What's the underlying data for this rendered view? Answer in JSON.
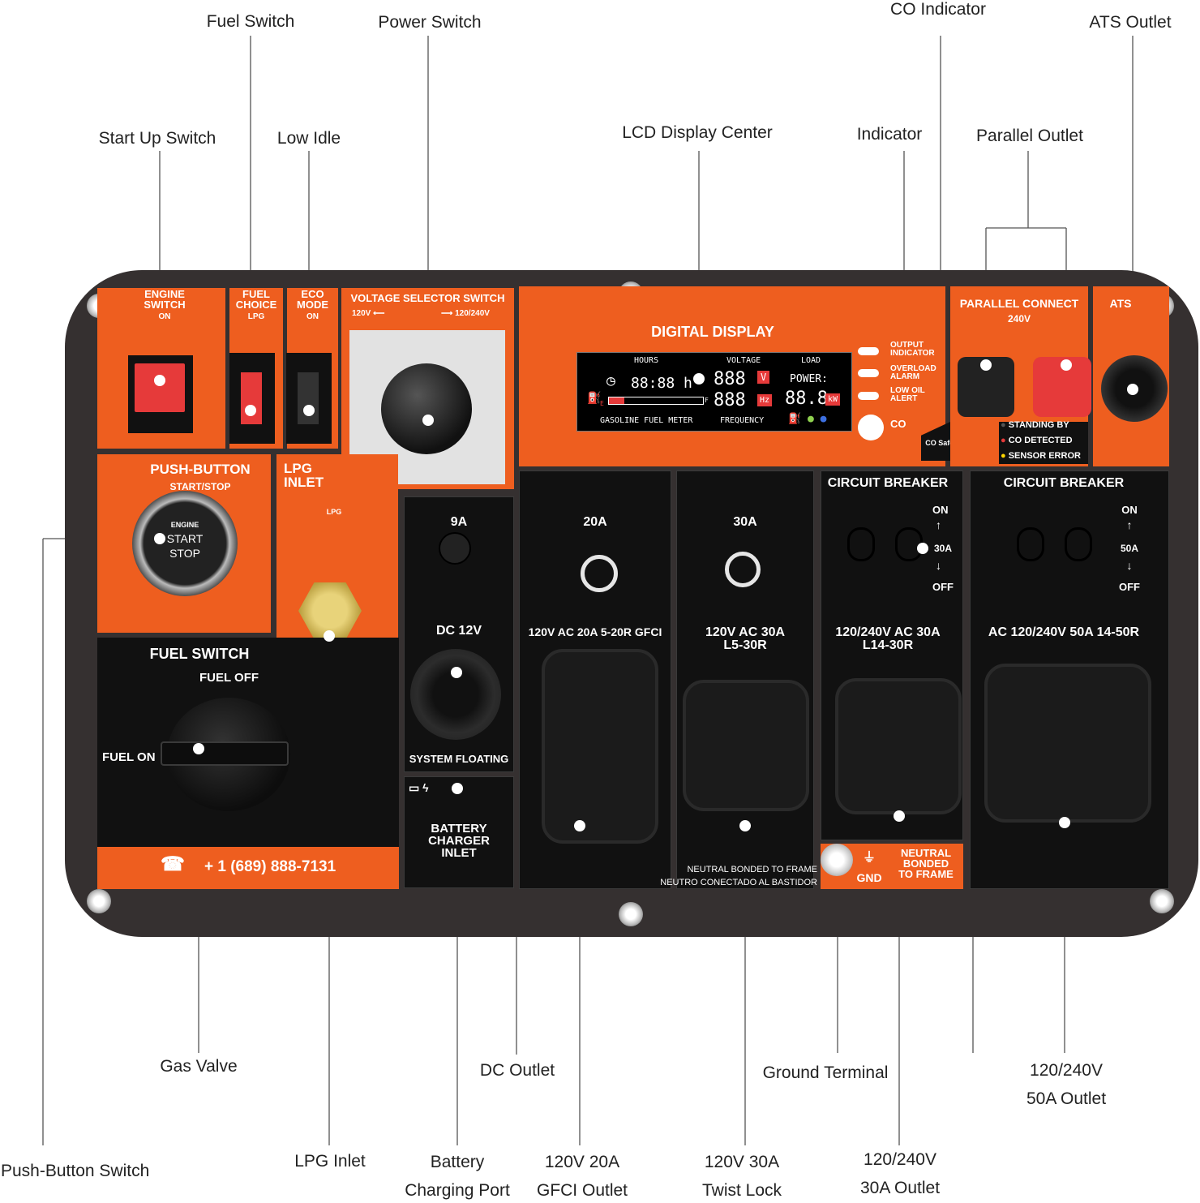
{
  "callouts": {
    "fuel_switch": "Fuel Switch",
    "power_switch": "Power Switch",
    "co_indicator": "CO Indicator",
    "ats_outlet": "ATS Outlet",
    "start_up_switch": "Start Up Switch",
    "low_idle": "Low Idle",
    "lcd_display_center": "LCD Display Center",
    "indicator": "Indicator",
    "parallel_outlet": "Parallel Outlet",
    "gas_valve": "Gas Valve",
    "dc_outlet": "DC Outlet",
    "ground_terminal": "Ground Terminal",
    "outlet_50a_line1": "120/240V",
    "outlet_50a_line2": "50A Outlet",
    "push_button_switch": "Push-Button Switch",
    "lpg_inlet": "LPG Inlet",
    "battery_line1": "Battery",
    "battery_line2": "Charging Port",
    "gfci_line1": "120V 20A",
    "gfci_line2": "GFCI Outlet",
    "twist_line1": "120V 30A",
    "twist_line2": "Twist Lock",
    "outlet_30a_line1": "120/240V",
    "outlet_30a_line2": "30A Outlet"
  },
  "panel": {
    "engine_switch": "ENGINE\nSWITCH",
    "engine_on": "ON",
    "fuel_choice": "FUEL\nCHOICE",
    "fuel_lpg": "LPG",
    "eco_mode": "ECO\nMODE",
    "eco_on": "ON",
    "voltage_selector": "VOLTAGE SELECTOR SWITCH",
    "v120": "120V ⟵",
    "v240": "⟶ 120/240V",
    "digital_display": "DIGITAL DISPLAY",
    "lcd": {
      "hours": "HOURS",
      "hours_val": "88:88 h",
      "voltage": "VOLTAGE",
      "volt_val": "888",
      "volt_unit": "V",
      "freq_val": "888",
      "freq_unit": "Hz",
      "load": "LOAD",
      "power": "POWER:",
      "power_val": "88.8",
      "power_unit": "kW",
      "fuel_meter": "GASOLINE FUEL METER",
      "frequency": "FREQUENCY",
      "fuel_e": "E",
      "fuel_f": "F"
    },
    "ind_output": "OUTPUT\nINDICATOR",
    "ind_overload": "OVERLOAD\nALARM",
    "ind_lowoil": "LOW OIL\nALERT",
    "ind_co": "CO",
    "co_safeguard": "CO SafeGuard",
    "parallel_connect": "PARALLEL CONNECT",
    "parallel_240": "240V",
    "ats": "ATS",
    "standing_by": "STANDING BY",
    "co_detected": "CO DETECTED",
    "sensor_error": "SENSOR ERROR",
    "push_button": "PUSH-BUTTON",
    "start_stop": "START/STOP",
    "btn_engine": "ENGINE",
    "btn_start": "START",
    "btn_stop": "STOP",
    "lpg_inlet": "LPG\nINLET",
    "lpg_tank": "LPG",
    "dc_9a": "9A",
    "dc_12v": "DC 12V",
    "system_floating": "SYSTEM FLOATING",
    "battery_charger": "BATTERY\nCHARGER\nINLET",
    "o20a": "20A",
    "o20a_label": "120V AC 20A 5-20R GFCI",
    "o30a": "30A",
    "o30a_label": "120V AC 30A\nL5-30R",
    "cb1": "CIRCUIT BREAKER",
    "cb1_on": "ON",
    "cb1_amp": "30A",
    "cb1_off": "OFF",
    "l14_label": "120/240V AC 30A\nL14-30R",
    "cb2": "CIRCUIT BREAKER",
    "cb2_on": "ON",
    "cb2_amp": "50A",
    "cb2_off": "OFF",
    "o50_label": "AC 120/240V 50A 14-50R",
    "fuel_switch": "FUEL SWITCH",
    "fuel_off": "FUEL OFF",
    "fuel_on": "FUEL ON",
    "phone": "+ 1 (689) 888-7131",
    "neutral_frame": "NEUTRAL BONDED TO FRAME",
    "neutro": "NEUTRO CONECTADO AL BASTIDOR",
    "gnd": "GND",
    "neutral_bonded": "NEUTRAL\nBONDED\nTO FRAME"
  },
  "colors": {
    "orange": "#ee5e1f",
    "panel_frame": "#353030",
    "red_switch": "#e63a3a"
  }
}
